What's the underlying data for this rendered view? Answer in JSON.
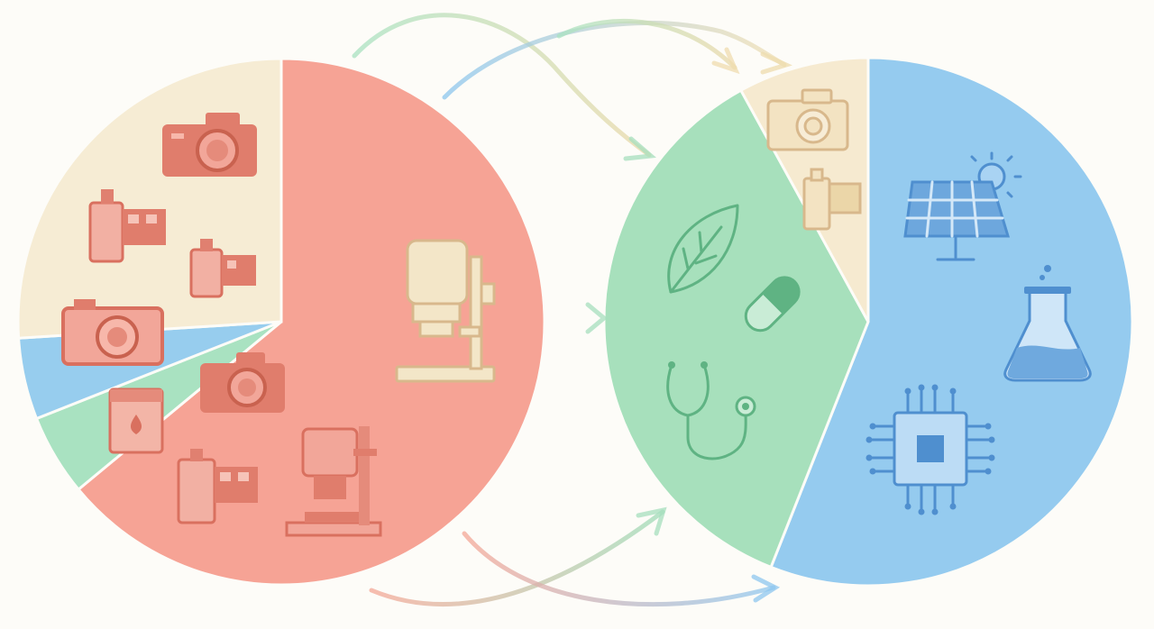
{
  "chart_data": [
    {
      "type": "pie",
      "title": "",
      "slices": [
        {
          "category": "photography",
          "value": 64,
          "color": "#f6a395"
        },
        {
          "category": "healthcare-nature",
          "value": 5,
          "color": "#a9e2c1"
        },
        {
          "category": "technology-energy",
          "value": 5,
          "color": "#97cdee"
        },
        {
          "category": "imaging-equipment",
          "value": 26,
          "color": "#f6ecd4"
        }
      ]
    },
    {
      "type": "pie",
      "title": "",
      "slices": [
        {
          "category": "technology-energy",
          "value": 56,
          "color": "#95cbef"
        },
        {
          "category": "healthcare-nature",
          "value": 36,
          "color": "#a7e0bc"
        },
        {
          "category": "photography",
          "value": 8,
          "color": "#f6ead0"
        }
      ]
    }
  ],
  "icons": {
    "left_pie": [
      "camera-icon",
      "film-canister-icon",
      "camera-icon",
      "ink-cartridge-icon",
      "film-canister-icon",
      "microscope-icon"
    ],
    "right_pie": [
      "camera-icon",
      "film-canister-icon",
      "leaf-icon",
      "pill-icon",
      "stethoscope-icon",
      "solar-panel-icon",
      "flask-icon",
      "microchip-icon"
    ]
  },
  "colors": {
    "background": "#fdfcf8",
    "red_icon": "#d9705f",
    "tan_icon": "#d8b88c",
    "green_icon": "#5fb383",
    "blue_icon": "#4f8fcf"
  }
}
